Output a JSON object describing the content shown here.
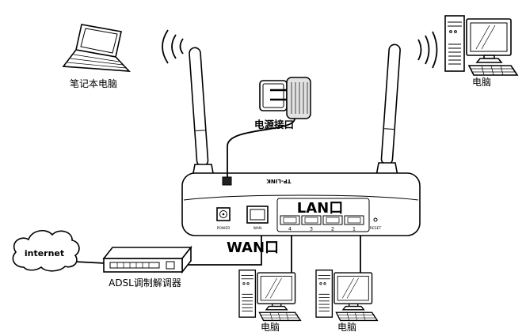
{
  "diagram": {
    "labels": {
      "laptop": "笔记本电脑",
      "pc_top_right": "电脑",
      "power_port": "电源接口",
      "internet": "internet",
      "adsl_modem": "ADSL调制解调器",
      "wan_port": "WAN口",
      "lan_port": "LAN口",
      "pc_bottom_left": "电脑",
      "pc_bottom_right": "电脑"
    },
    "router": {
      "brand": "TP-LINK",
      "power_jack_label": "POWER",
      "wan_jack_label": "WAN",
      "reset_label": "RESET",
      "lan_port_numbers": [
        "4",
        "3",
        "2",
        "1"
      ]
    },
    "colors": {
      "line": "#000000",
      "background": "#ffffff"
    }
  }
}
